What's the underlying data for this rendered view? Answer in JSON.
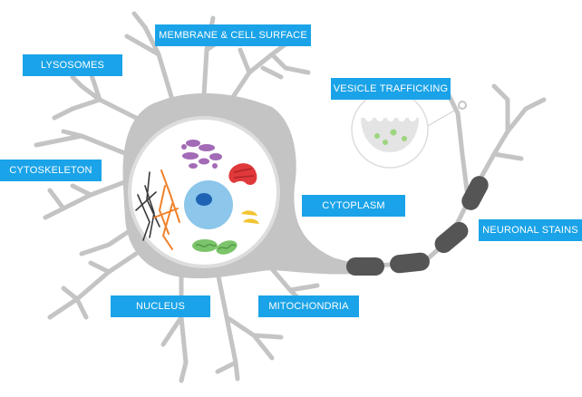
{
  "labels": {
    "membrane": "MEMBRANE  & CELL SURFACE",
    "lysosomes": "LYSOSOMES",
    "vesicle": "VESICLE TRAFFICKING",
    "cytoskeleton": "CYTOSKELETON",
    "cytoplasm": "CYTOPLASM",
    "stains": "NEURONAL STAINS",
    "nucleus": "NUCLEUS",
    "mitochondria": "MITOCHONDRIA"
  },
  "colors": {
    "label_bg": "#1aa3e8",
    "neuron": "#c4c4c4",
    "myelin": "#555555",
    "nucleus": "#8cc6ea",
    "nucleolus": "#1f63b6",
    "golgi": "#a36bb6",
    "er": "#e0393b",
    "mitochondria": "#7cc46b",
    "cytoskeleton_orange": "#f0812a",
    "cytoskeleton_dark": "#3a3a3a",
    "lysosome_yellow": "#f2c431",
    "vesicle_green": "#9ed57f"
  }
}
